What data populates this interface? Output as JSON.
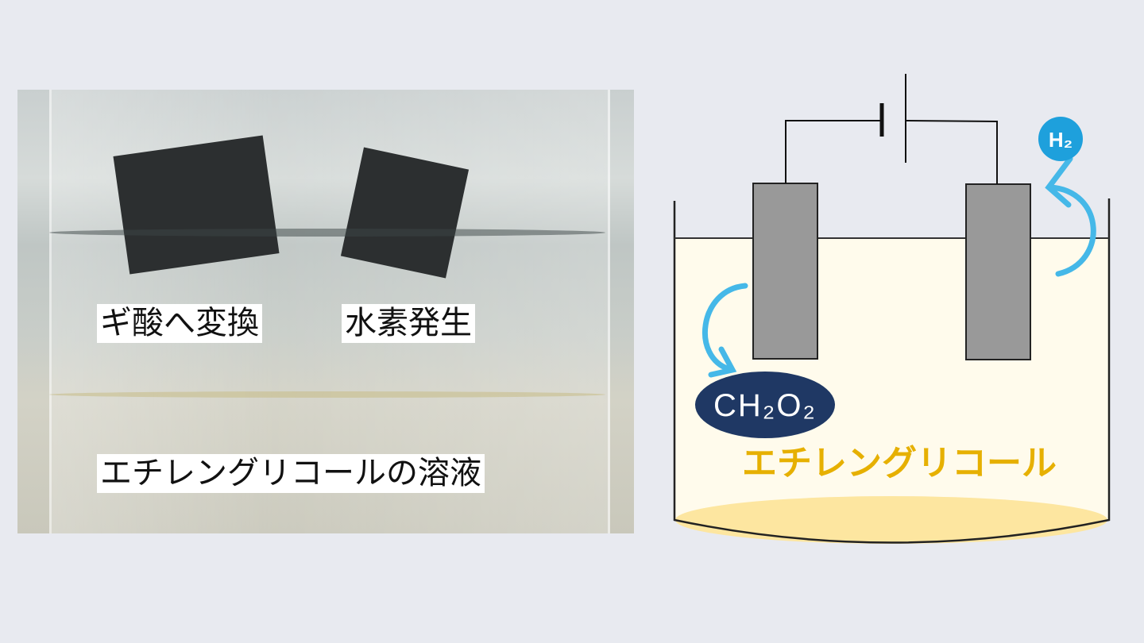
{
  "photo": {
    "labels": {
      "formic_acid": "ギ酸へ変換",
      "hydrogen": "水素発生",
      "solution": "エチレングリコールの溶液"
    }
  },
  "diagram": {
    "h2_label": "H₂",
    "product_label": "CH₂O₂",
    "liquid_label": "エチレングリコール",
    "colors": {
      "liquid": "#fffbec",
      "bottom": "#fde6a0",
      "electrode": "#999999",
      "arrow": "#45b8e8",
      "product": "#1f3864",
      "text_accent": "#e6b000",
      "h2": "#1ea0dc"
    }
  }
}
